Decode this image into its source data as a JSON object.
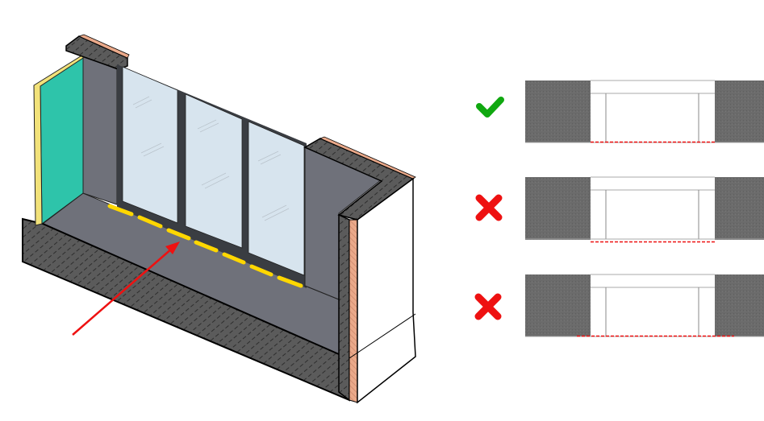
{
  "colors": {
    "wall_gray": "#6f717a",
    "section_dark": "#5b5b5b",
    "glass": "#d7e4ee",
    "frame": "#3a3d42",
    "insulation_teal": "#2ec4aa",
    "membrane_yellow": "#f2e27a",
    "render_peach": "#eaa98a",
    "sill_tape_yellow": "#ffd700",
    "arrow_red": "#ee1111",
    "check_green": "#10a810",
    "cross_red": "#ee1111"
  },
  "options": [
    {
      "status": "correct",
      "icon": "check-icon"
    },
    {
      "status": "incorrect",
      "icon": "cross-icon"
    },
    {
      "status": "incorrect",
      "icon": "cross-icon"
    }
  ]
}
